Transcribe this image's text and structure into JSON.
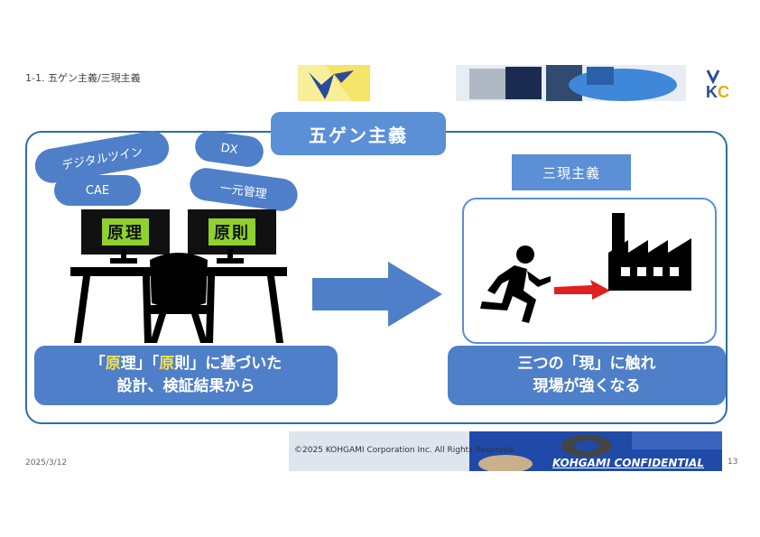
{
  "header": {
    "breadcrumb": "1-1. 五ゲン主義/三現主義",
    "logo_icon": "eagle-icon",
    "brand_icon": "kc-logo-icon"
  },
  "main": {
    "title": "五ゲン主義",
    "bubbles": [
      "デジタルツイン",
      "DX",
      "CAE",
      "一元管理"
    ],
    "monitors": [
      "原理",
      "原則"
    ],
    "caption_left": {
      "line1_parts": [
        "「",
        "原",
        "理」「",
        "原",
        "則」に基づいた"
      ],
      "line2": "設計、検証結果から"
    },
    "sangen_title": "三現主義",
    "caption_right": {
      "line1": "三つの「現」に触れ",
      "line2": "現場が強くなる"
    }
  },
  "footer": {
    "date": "2025/3/12",
    "copyright": "©2025 KOHGAMI Corporation Inc.  All Rights Reserved.",
    "confidential": "KOHGAMI CONFIDENTIAL",
    "page": "13"
  },
  "colors": {
    "accent_blue": "#4f7fc8",
    "title_blue": "#5b8fd6",
    "frame_blue": "#2e6da4",
    "monitor_green": "#8fd12e",
    "arrow_red": "#e02020",
    "highlight_yellow": "#f5e24a"
  }
}
